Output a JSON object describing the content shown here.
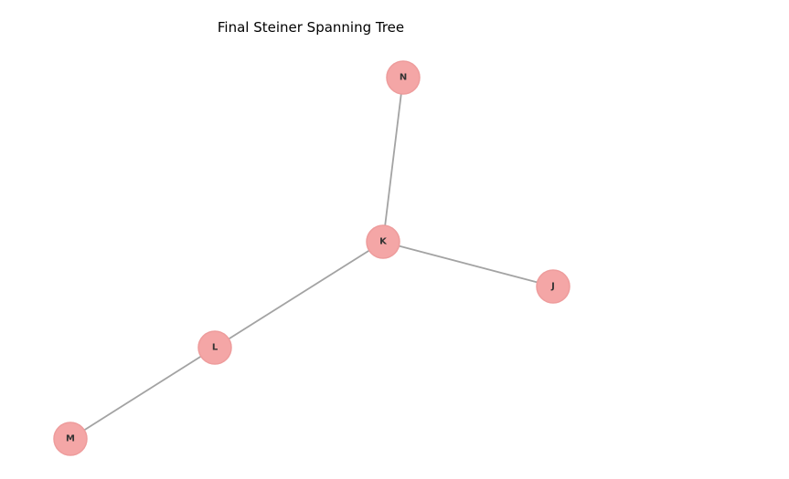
{
  "title": "Final Steiner Spanning Tree",
  "colors": {
    "node_fill": "#f4a6a6",
    "node_stroke": "#ee9c9c",
    "edge": "#a3a3a3",
    "label": "#333333"
  },
  "nodes": [
    {
      "id": "N",
      "label": "N"
    },
    {
      "id": "K",
      "label": "K"
    },
    {
      "id": "J",
      "label": "J"
    },
    {
      "id": "L",
      "label": "L"
    },
    {
      "id": "M",
      "label": "M"
    }
  ],
  "edges": [
    {
      "source": "N",
      "target": "K"
    },
    {
      "source": "K",
      "target": "J"
    },
    {
      "source": "K",
      "target": "L"
    },
    {
      "source": "L",
      "target": "M"
    }
  ]
}
